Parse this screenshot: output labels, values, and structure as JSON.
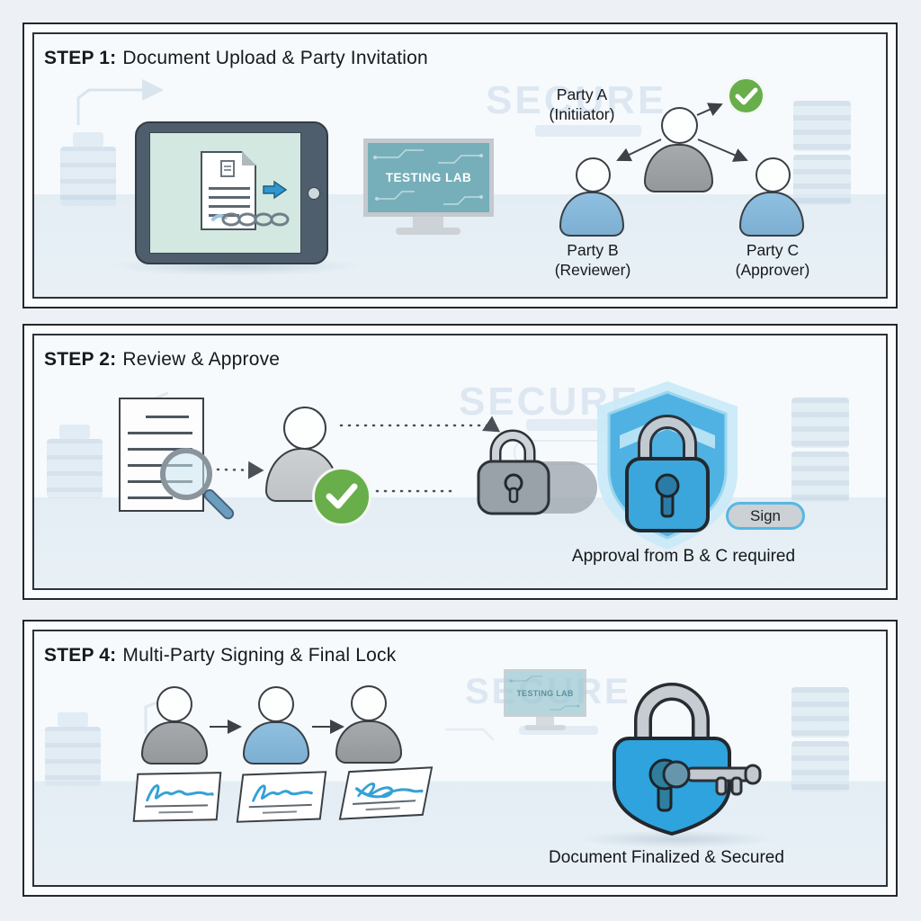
{
  "panel1": {
    "step_prefix": "STEP 1:",
    "step_title": "Document Upload & Party Invitation",
    "watermark": "SECURE",
    "monitor_label": "TESTING LAB",
    "party_a_name": "Party A",
    "party_a_role": "(Initiiator)",
    "party_b_name": "Party B",
    "party_b_role": "(Reviewer)",
    "party_c_name": "Party C",
    "party_c_role": "(Approver)"
  },
  "panel2": {
    "step_prefix": "STEP 2:",
    "step_title": "Review & Approve",
    "watermark": "SECURE",
    "sign_button_label": "Sign",
    "caption": "Approval from B & C required"
  },
  "panel3": {
    "step_prefix": "STEP 4:",
    "step_title": "Multi-Party Signing & Final Lock",
    "watermark": "SECURE",
    "monitor_label": "TESTING LAB",
    "caption": "Document Finalized & Secured"
  },
  "colors": {
    "accent_blue": "#2f9fd8",
    "shield_blue": "#4fb2e2",
    "lock_blue": "#2ea3de",
    "green_check": "#68ae4a",
    "panel_border": "#23282e",
    "lock_gray": "#99a1a9",
    "watermark_blue": "#cddceb"
  }
}
